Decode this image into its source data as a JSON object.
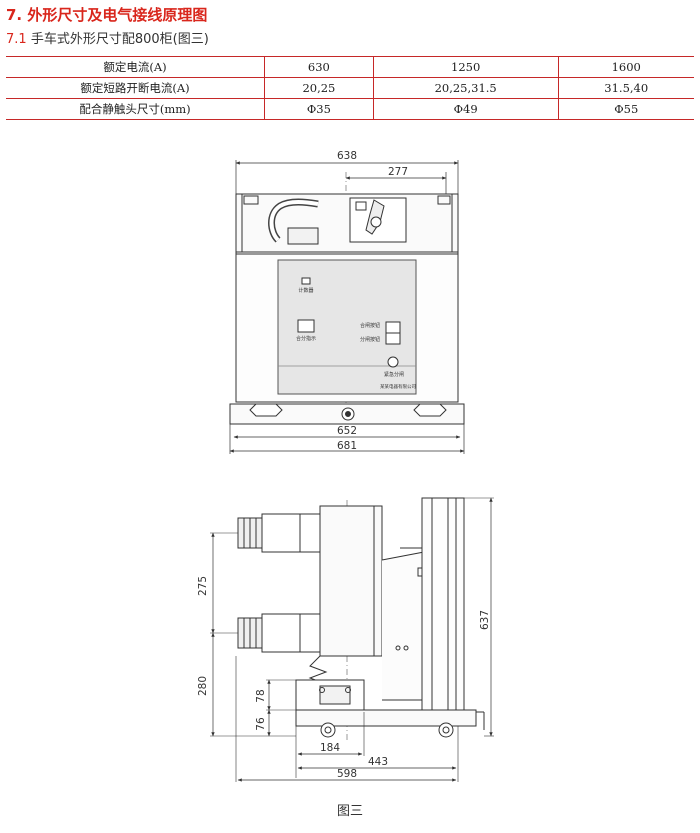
{
  "section": {
    "title": "7. 外形尺寸及电气接线原理图"
  },
  "subsection": {
    "number": "7.1",
    "title": "手车式外形尺寸配800柜(图三)"
  },
  "spec_table": {
    "rows": [
      {
        "label": "额定电流(A)",
        "values": [
          "630",
          "1250",
          "1600"
        ]
      },
      {
        "label": "额定短路开断电流(A)",
        "values": [
          "20,25",
          "20,25,31.5",
          "31.5,40"
        ]
      },
      {
        "label": "配合静触头尺寸(mm)",
        "values": [
          "Φ35",
          "Φ49",
          "Φ55"
        ]
      }
    ]
  },
  "front_view": {
    "dims": {
      "width_638": "638",
      "offset_277": "277",
      "width_652": "652",
      "width_681": "681"
    },
    "panel_labels": {
      "counter": "计数器",
      "close_open": "合分指示",
      "close_btn": "合闸按钮",
      "open_btn": "分闸按钮",
      "emergency": "紧急分闸",
      "maker": "某某电器有限公司"
    }
  },
  "side_view": {
    "dims": {
      "h_275": "275",
      "h_280": "280",
      "h_78": "78",
      "h_76": "76",
      "h_637": "637",
      "w_184": "184",
      "w_443": "443",
      "w_598": "598"
    }
  },
  "caption": "图三"
}
